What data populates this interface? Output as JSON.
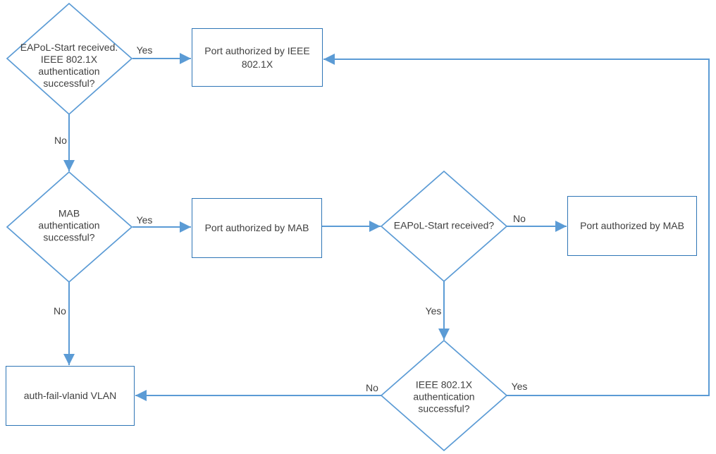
{
  "colors": {
    "decision_stroke": "#5B9BD5",
    "process_stroke": "#2E75B6",
    "connector": "#5B9BD5",
    "text": "#404040",
    "background": "#FFFFFF"
  },
  "nodes": {
    "d1": {
      "type": "decision",
      "lines": [
        "EAPoL-Start received.",
        "IEEE 802.1X",
        "authentication",
        "successful?"
      ]
    },
    "b1": {
      "type": "process",
      "lines": [
        "Port authorized by IEEE",
        "802.1X"
      ]
    },
    "d2": {
      "type": "decision",
      "lines": [
        "MAB",
        "authentication",
        "successful?"
      ]
    },
    "b2": {
      "type": "process",
      "lines": [
        "Port authorized by MAB"
      ]
    },
    "d3": {
      "type": "decision",
      "lines": [
        "EAPoL-Start received?"
      ]
    },
    "b3": {
      "type": "process",
      "lines": [
        "Port authorized by MAB"
      ]
    },
    "d4": {
      "type": "decision",
      "lines": [
        "IEEE 802.1X",
        "authentication",
        "successful?"
      ]
    },
    "b4": {
      "type": "process",
      "lines": [
        "auth-fail-vlanid VLAN"
      ]
    }
  },
  "edge_labels": {
    "d1_yes": "Yes",
    "d1_no": "No",
    "d2_yes": "Yes",
    "d2_no": "No",
    "d3_no": "No",
    "d3_yes": "Yes",
    "d4_no": "No",
    "d4_yes": "Yes"
  }
}
